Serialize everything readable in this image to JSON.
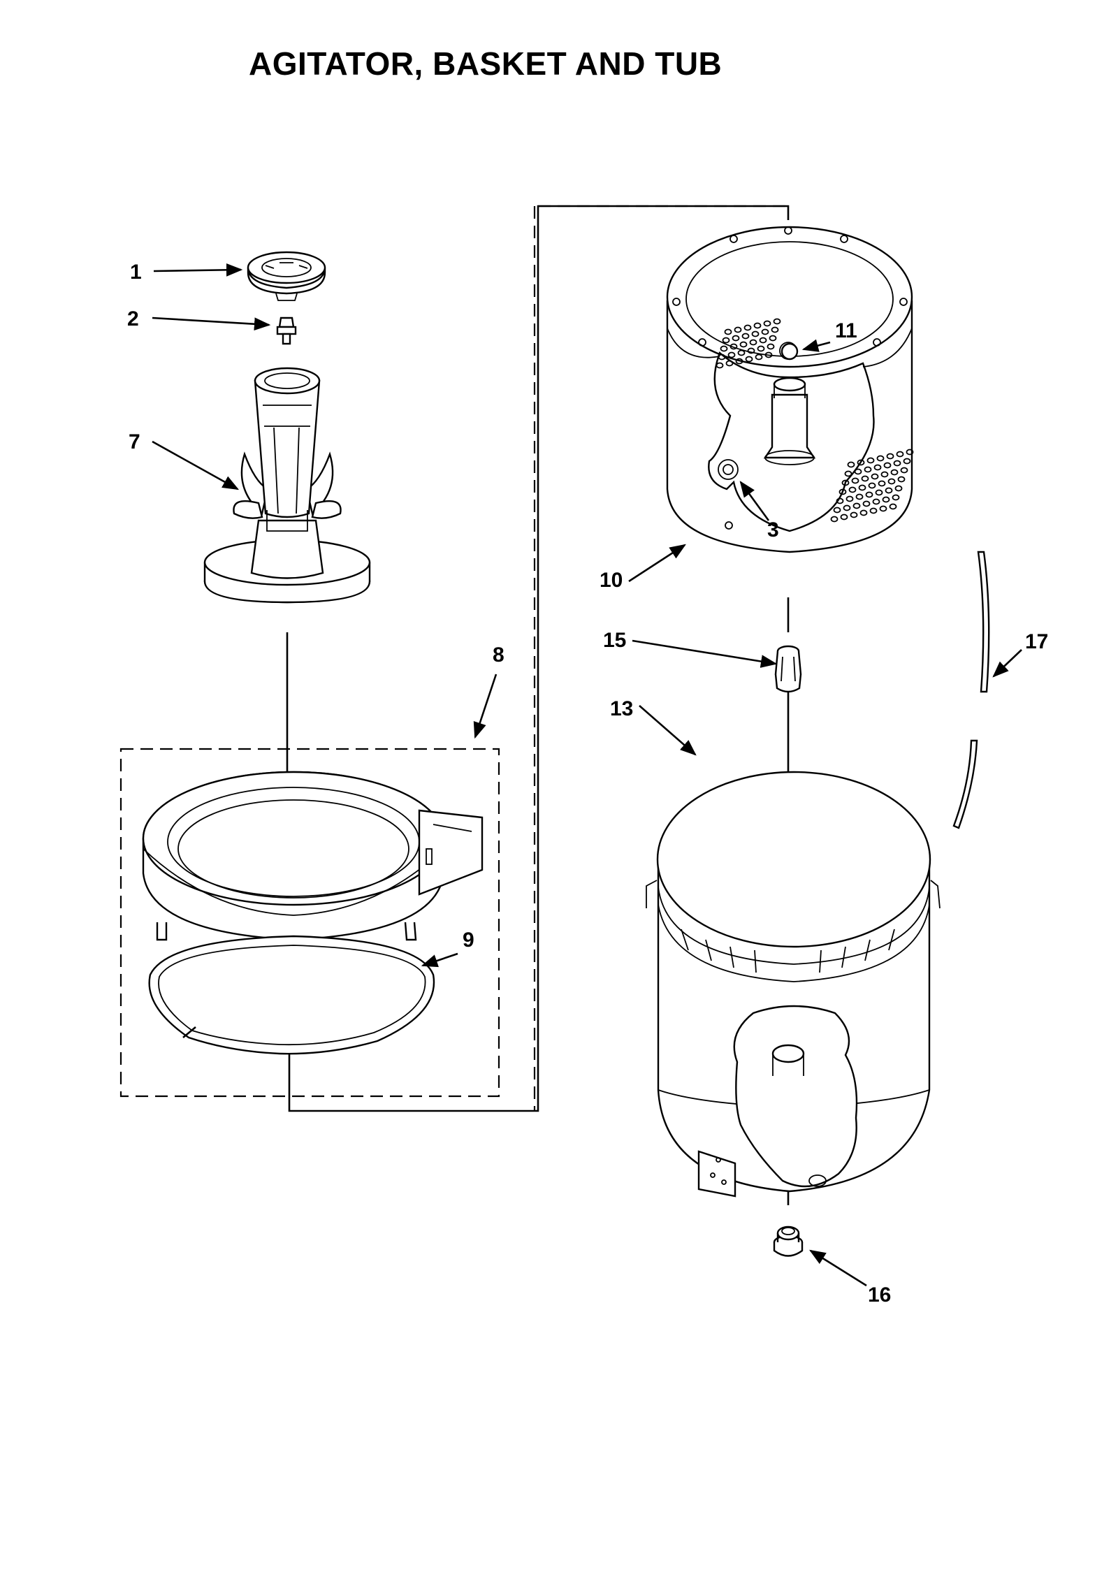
{
  "title": "AGITATOR, BASKET AND TUB",
  "parts": [
    {
      "id": "1"
    },
    {
      "id": "2"
    },
    {
      "id": "3"
    },
    {
      "id": "7"
    },
    {
      "id": "8"
    },
    {
      "id": "9"
    },
    {
      "id": "10"
    },
    {
      "id": "11"
    },
    {
      "id": "13"
    },
    {
      "id": "15"
    },
    {
      "id": "16"
    },
    {
      "id": "17"
    }
  ]
}
